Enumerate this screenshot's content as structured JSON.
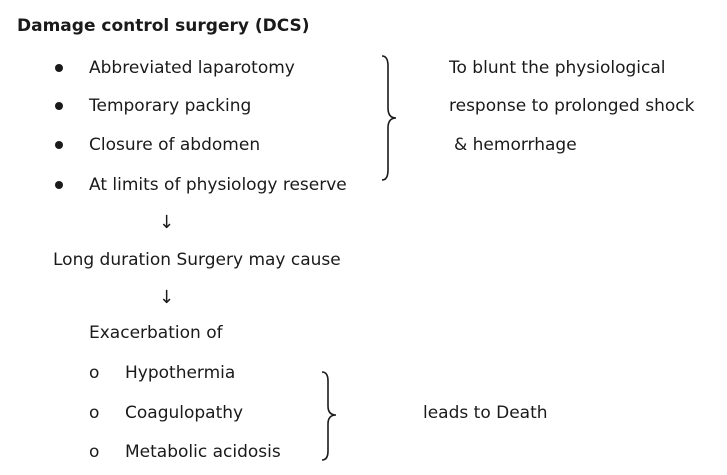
{
  "title": "Damage control surgery (DCS)",
  "dcs_steps": [
    "Abbreviated laparotomy",
    "Temporary packing",
    "Closure of abdomen",
    "At limits of physiology reserve"
  ],
  "dcs_purpose": [
    "To blunt the physiological",
    "response to prolonged shock",
    "& hemorrhage"
  ],
  "arrow_symbol": "↓",
  "long_duration": "Long duration Surgery may cause",
  "exacerbation": "Exacerbation of",
  "sub_marker": "o",
  "complications": [
    "Hypothermia",
    "Coagulopathy",
    "Metabolic acidosis"
  ],
  "outcome": "leads to Death"
}
